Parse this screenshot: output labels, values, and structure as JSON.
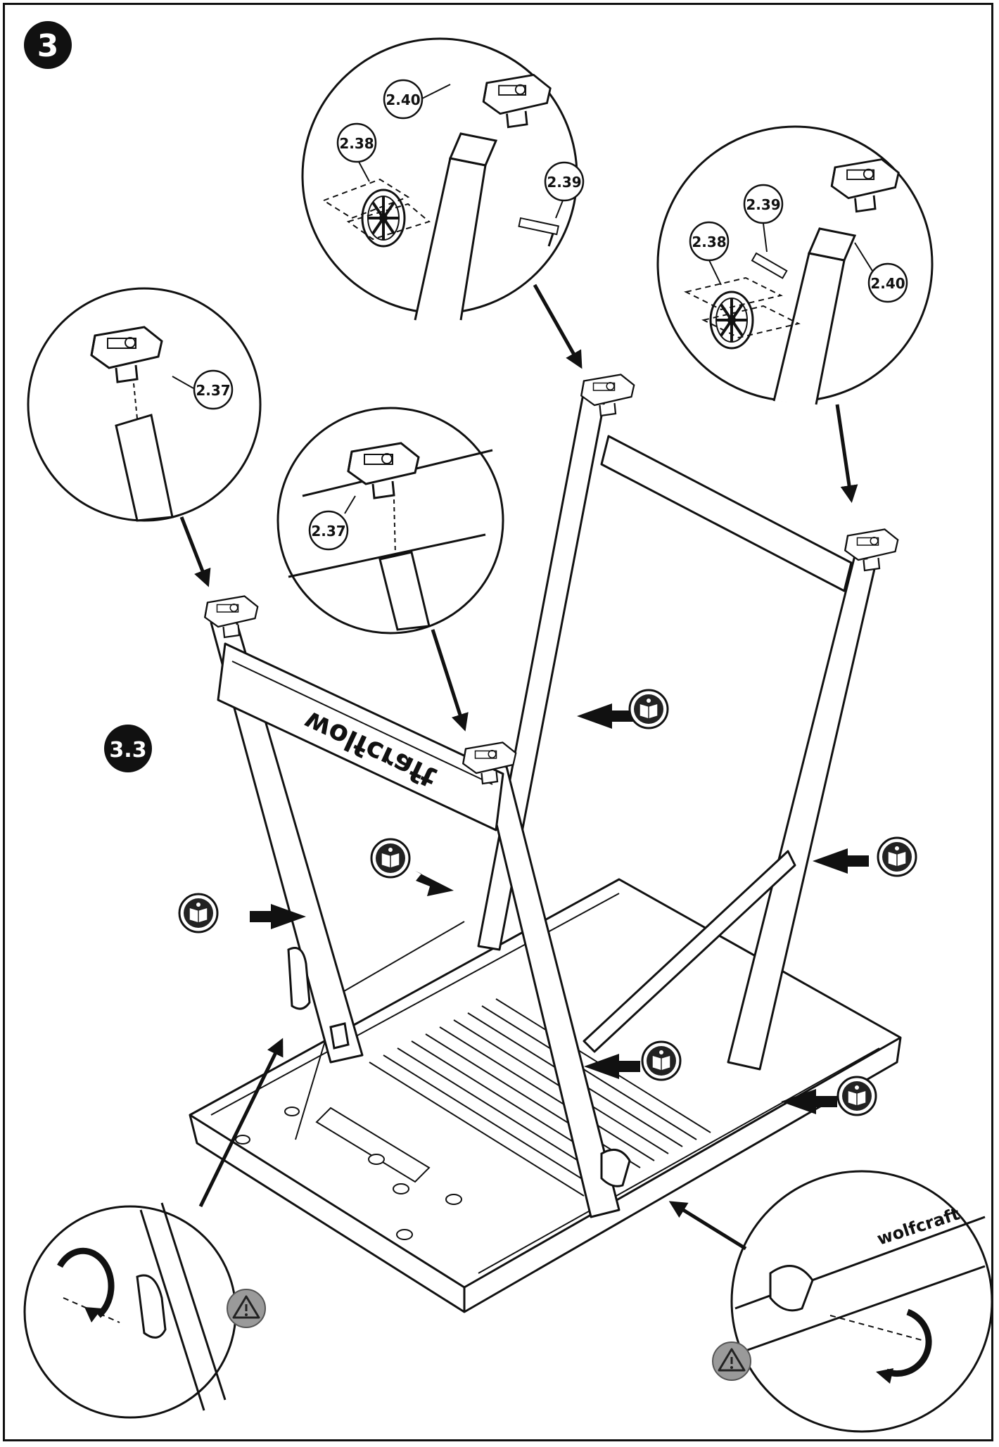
{
  "step": {
    "number": "3",
    "substep": "3.3"
  },
  "brand_text": "wolfcraft",
  "callouts": {
    "detail_top": {
      "cap": "2.40",
      "wheel": "2.38",
      "pin": "2.39"
    },
    "detail_right": {
      "pin": "2.39",
      "wheel": "2.38",
      "cap": "2.40"
    },
    "detail_left": {
      "cap": "2.37"
    },
    "detail_middle": {
      "cap": "2.37"
    }
  },
  "icons": {
    "manual": "read-manual-icon",
    "warning": "warning-triangle-icon",
    "rotate": "rotate-arrows-icon"
  },
  "colors": {
    "line": "#111111",
    "badge": "#111111",
    "warning_fill": "#9a9a9a"
  }
}
